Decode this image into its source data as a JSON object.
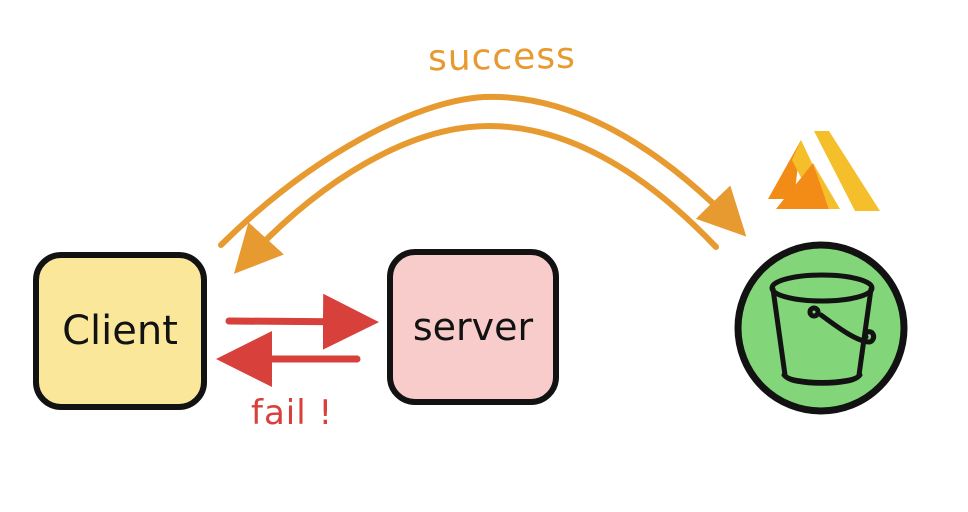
{
  "diagram": {
    "labels": {
      "success": "success",
      "fail": "fail !"
    },
    "nodes": {
      "client": "Client",
      "server": "server",
      "storage_icon": "bucket-icon",
      "brand_icon": "amplify-logo-icon"
    },
    "colors": {
      "success_arrow": "#e79a2f",
      "fail_arrow": "#d8403b",
      "client_fill": "#fbe79a",
      "server_fill": "#f8cccb",
      "storage_fill": "#82d679",
      "outline": "#121212",
      "logo_orange": "#f28c16",
      "logo_yellow": "#f5be2b"
    }
  }
}
